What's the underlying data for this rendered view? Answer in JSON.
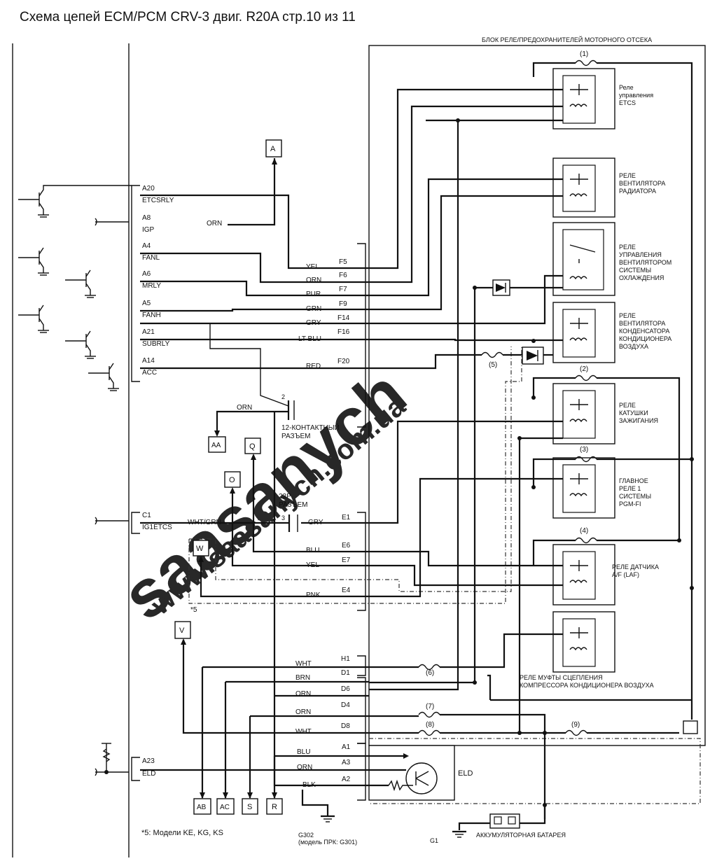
{
  "title": "Схема цепей ECM/PCM CRV-3 двиг. R20A  стр.10 из 11",
  "relay_block_title": "БЛОК РЕЛЕ/ПРЕДОХРАНИТЕЛЕЙ МОТОРНОГО ОТСЕКА",
  "fuses": [
    "(1)",
    "(2)",
    "(3)",
    "(4)",
    "(5)",
    "(6)",
    "(7)",
    "(8)",
    "(9)"
  ],
  "relays": {
    "etcs": "Реле|управления|ETCS",
    "radiator_fan": "РЕЛЕ|ВЕНТИЛЯТОРА|РАДИАТОРА",
    "fan_control": "РЕЛЕ|УПРАВЛЕНИЯ|ВЕНТИЛЯТОРОМ|СИСТЕМЫ|ОХЛАЖДЕНИЯ",
    "condenser_fan": "РЕЛЕ|ВЕНТИЛЯТОРА|КОНДЕНСАТОРА|КОНДИЦИОНЕРА|ВОЗДУХА",
    "ignition_coil": "РЕЛЕ|КАТУШКИ|ЗАЖИГАНИЯ",
    "pgmfi": "ГЛАВНОЕ|РЕЛЕ 1|СИСТЕМЫ|PGM-FI",
    "af_sensor": "РЕЛЕ ДАТЧИКА|A/F (LAF)",
    "ac_clutch": "РЕЛЕ МУФТЫ СЦЕПЛЕНИЯ|КОМПРЕССОРА КОНДИЦИОНЕРА ВОЗДУХА"
  },
  "ecm_pins": [
    {
      "pin": "A20",
      "name": "ETCSRLY"
    },
    {
      "pin": "A8",
      "name": "IGP"
    },
    {
      "pin": "A4",
      "name": "FANL"
    },
    {
      "pin": "A6",
      "name": "MRLY"
    },
    {
      "pin": "A5",
      "name": "FANH"
    },
    {
      "pin": "A21",
      "name": "SUBRLY"
    },
    {
      "pin": "A14",
      "name": "ACC"
    },
    {
      "pin": "C1",
      "name": "IG1ETCS"
    },
    {
      "pin": "A23",
      "name": "ELD"
    }
  ],
  "wire_colors": {
    "orn_igp": "ORN",
    "f5": "YEL",
    "f6": "ORN",
    "f7": "PUR",
    "f9": "GRN",
    "f14": "GRY",
    "f16": "LT BLU",
    "f20": "RED",
    "orn_12p": "ORN",
    "whtgrn": "WHT/GRN",
    "e1": "GRY",
    "e6": "BLU",
    "e7": "YEL",
    "e4": "PNK",
    "h1": "WHT",
    "d1": "BRN",
    "d6": "ORN",
    "d4": "ORN",
    "d8": "WHT",
    "a1": "BLU",
    "a3": "ORN",
    "a2": "BLK"
  },
  "connector_pins": {
    "f5": "F5",
    "f6": "F6",
    "f7": "F7",
    "f9": "F9",
    "f14": "F14",
    "f16": "F16",
    "f20": "F20",
    "e1": "E1",
    "e6": "E6",
    "e7": "E7",
    "e4": "E4",
    "h1": "H1",
    "d1": "D1",
    "d6": "D6",
    "d4": "D4",
    "d8": "D8",
    "a1": "A1",
    "a3": "A3",
    "a2": "A2",
    "c12_pin": "2",
    "c23_pin": "3"
  },
  "connectors": {
    "c12": "12-КОНТАКТНЫЙ|РАЗЪЕМ",
    "c23": "23P|РАЗЪЕМ"
  },
  "references": [
    "A",
    "AA",
    "Q",
    "O",
    "W",
    "V",
    "AB",
    "AC",
    "S",
    "R"
  ],
  "eld_label": "ELD",
  "battery_label": "АККУМУЛЯТОРНАЯ БАТАРЕЯ",
  "grounds": {
    "g1": "G1",
    "g302": "G302|(модель ПРК: G301)"
  },
  "footnote": "*5: Модели KE, KG, KS",
  "note_mark": "*5",
  "watermark": [
    "saasanych",
    "www.saasanych.com.ua"
  ]
}
